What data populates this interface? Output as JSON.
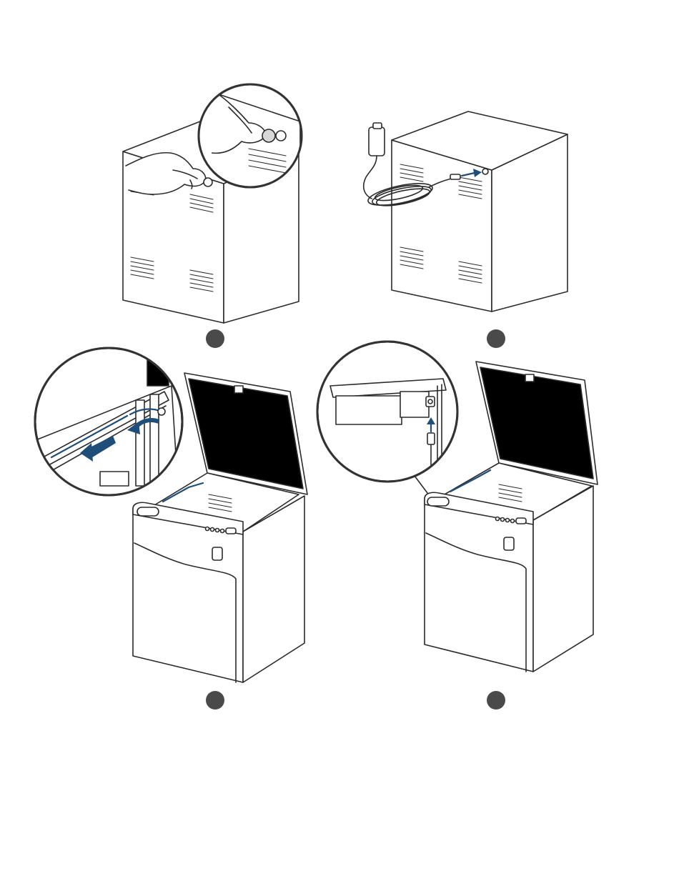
{
  "steps": [
    {
      "id": "step-1",
      "description_hidden": ""
    },
    {
      "id": "step-2",
      "description_hidden": ""
    },
    {
      "id": "step-3",
      "description_hidden": ""
    },
    {
      "id": "step-4",
      "description_hidden": ""
    }
  ],
  "colors": {
    "accent_blue": "#1f4e79",
    "outline": "#2b2b2b",
    "lid_panel": "#000000",
    "step_marker": "#4a4a4a",
    "background": "#ffffff"
  },
  "icons": [
    "hand-icon",
    "power-adapter-icon",
    "cable-icon",
    "arrow-icon",
    "power-button-icon"
  ]
}
